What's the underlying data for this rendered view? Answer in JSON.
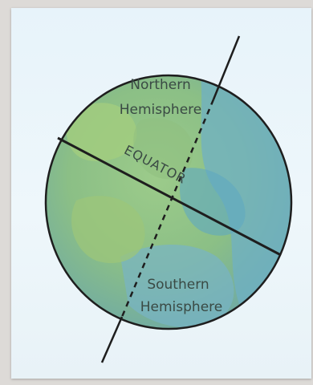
{
  "diagram": {
    "northern_label_line1": "Northern",
    "northern_label_line2": "Hemisphere",
    "equator_label": "EQUATOR",
    "southern_label_line1": "Southern",
    "southern_label_line2": "Hemisphere"
  },
  "colors": {
    "globe_green": "#8fc07a",
    "globe_blue": "#6fb3c6",
    "outline": "#1e1e1e",
    "background": "#e9f4f9"
  }
}
